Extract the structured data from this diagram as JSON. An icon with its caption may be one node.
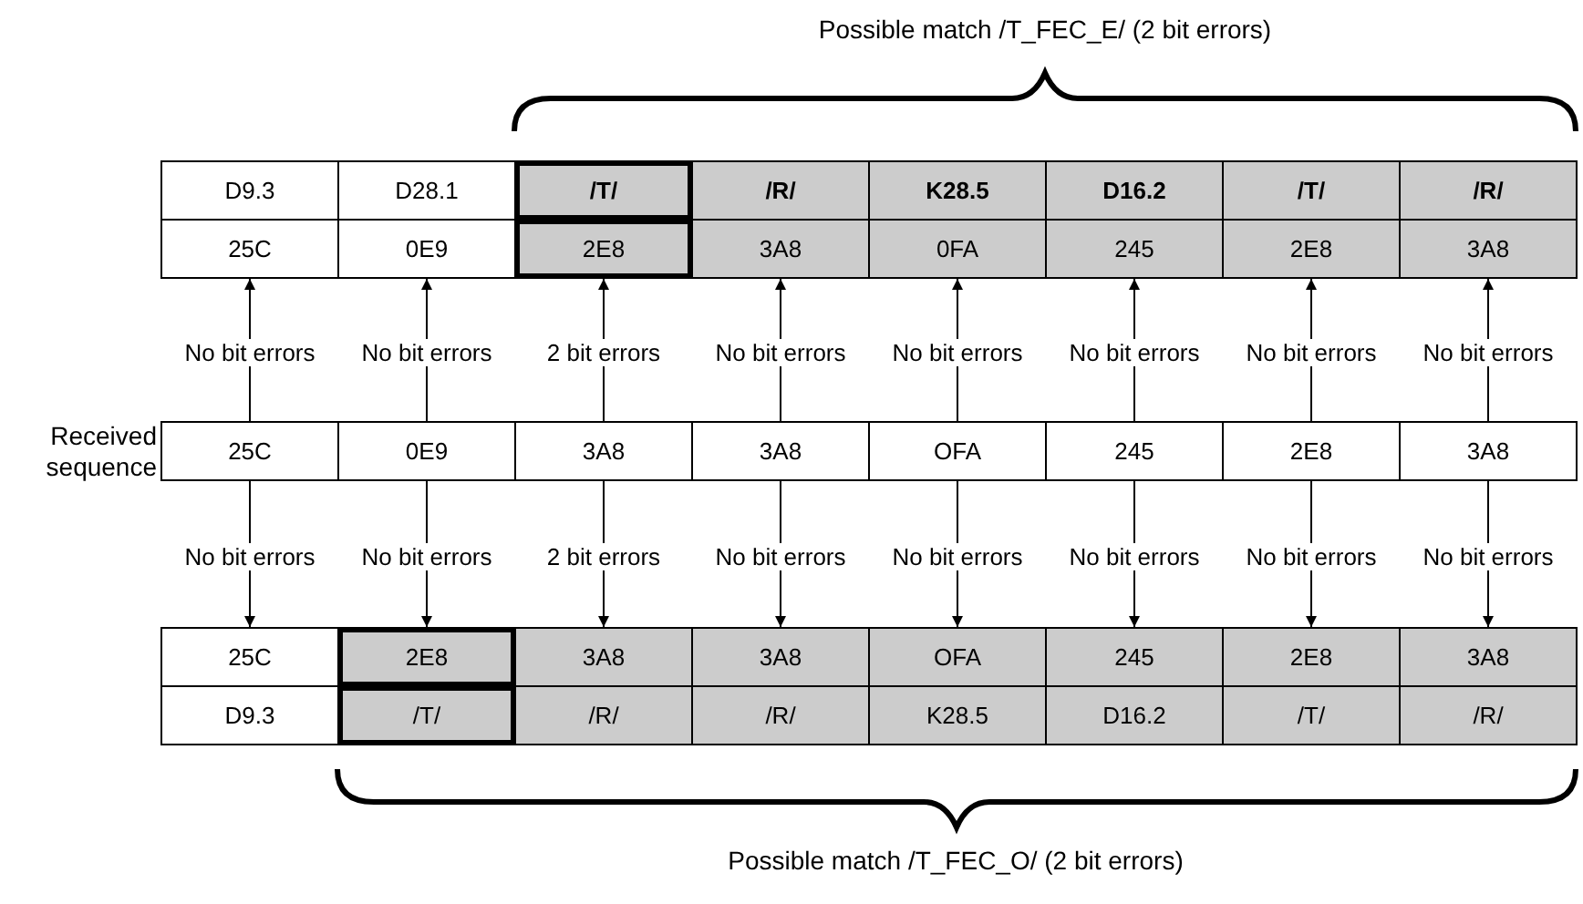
{
  "diagram": {
    "nodes": [
      {
        "text": [
          "D9.3"
        ]
      },
      {
        "text": [
          "D28.1"
        ]
      },
      {
        "text": [
          "/T/"
        ]
      },
      {
        "text": [
          "/R/"
        ]
      },
      {
        "text": [
          "K28.5"
        ]
      },
      {
        "text": [
          "D16.2"
        ]
      },
      {
        "text": [
          "/T/"
        ]
      },
      {
        "text": [
          "/R/"
        ]
      },
      {
        "text": [
          "25C"
        ]
      },
      {
        "text": [
          "0E9"
        ]
      },
      {
        "text": [
          "2E8"
        ]
      },
      {
        "text": [
          "3A8"
        ]
      },
      {
        "text": [
          "0FA"
        ]
      },
      {
        "text": [
          "245"
        ]
      },
      {
        "text": [
          "2E8"
        ]
      },
      {
        "text": [
          "3A8"
        ]
      },
      {
        "text": [
          "25C"
        ],
        "beside": [
          "Received sequence"
        ]
      },
      {
        "text": [
          "0E9"
        ]
      },
      {
        "text": [
          "3A8"
        ]
      },
      {
        "text": [
          "3A8"
        ]
      },
      {
        "text": [
          "OFA"
        ]
      },
      {
        "text": [
          "245"
        ]
      },
      {
        "text": [
          "2E8"
        ]
      },
      {
        "text": [
          "3A8"
        ]
      },
      {
        "text": [
          "25C"
        ]
      },
      {
        "text": [
          "2E8"
        ]
      },
      {
        "text": [
          "3A8"
        ]
      },
      {
        "text": [
          "3A8"
        ]
      },
      {
        "text": [
          "OFA"
        ]
      },
      {
        "text": [
          "245"
        ]
      },
      {
        "text": [
          "2E8"
        ]
      },
      {
        "text": [
          "3A8"
        ]
      },
      {
        "text": [
          "D9.3"
        ]
      },
      {
        "text": [
          "/T/"
        ]
      },
      {
        "text": [
          "/R/"
        ]
      },
      {
        "text": [
          "/R/"
        ]
      },
      {
        "text": [
          "K28.5"
        ]
      },
      {
        "text": [
          "D16.2"
        ]
      },
      {
        "text": [
          "/T/"
        ]
      },
      {
        "text": [
          "/R/"
        ]
      }
    ],
    "edges": [
      {
        "from": 16,
        "to": 8,
        "arrow": "to",
        "label": "No bit errors"
      },
      {
        "from": 17,
        "to": 9,
        "arrow": "to",
        "label": "No bit errors"
      },
      {
        "from": 18,
        "to": 10,
        "arrow": "to",
        "label": "2 bit errors"
      },
      {
        "from": 19,
        "to": 11,
        "arrow": "to",
        "label": "No bit errors"
      },
      {
        "from": 20,
        "to": 12,
        "arrow": "to",
        "label": "No bit errors"
      },
      {
        "from": 21,
        "to": 13,
        "arrow": "to",
        "label": "No bit errors"
      },
      {
        "from": 22,
        "to": 14,
        "arrow": "to",
        "label": "No bit errors"
      },
      {
        "from": 23,
        "to": 15,
        "arrow": "to",
        "label": "No bit errors"
      },
      {
        "from": 16,
        "to": 24,
        "arrow": "to",
        "label": "No bit errors"
      },
      {
        "from": 17,
        "to": 25,
        "arrow": "to",
        "label": "No bit errors"
      },
      {
        "from": 18,
        "to": 26,
        "arrow": "to",
        "label": "2 bit errors"
      },
      {
        "from": 19,
        "to": 27,
        "arrow": "to",
        "label": "No bit errors"
      },
      {
        "from": 20,
        "to": 28,
        "arrow": "to",
        "label": "No bit errors"
      },
      {
        "from": 21,
        "to": 29,
        "arrow": "to",
        "label": "No bit errors"
      },
      {
        "from": 22,
        "to": 30,
        "arrow": "to",
        "label": "No bit errors"
      },
      {
        "from": 23,
        "to": 31,
        "arrow": "to",
        "label": "No bit errors"
      }
    ],
    "labels": [
      "Possible match /T_FEC_E/ (2 bit errors)",
      "Possible match /T_FEC_O/ (2 bit errors)"
    ]
  }
}
